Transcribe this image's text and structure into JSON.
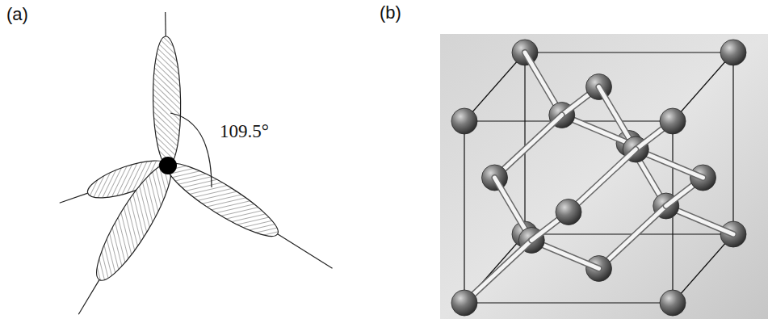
{
  "diagram": {
    "labels": [
      "(a)",
      "109.5°",
      "(b)"
    ]
  }
}
